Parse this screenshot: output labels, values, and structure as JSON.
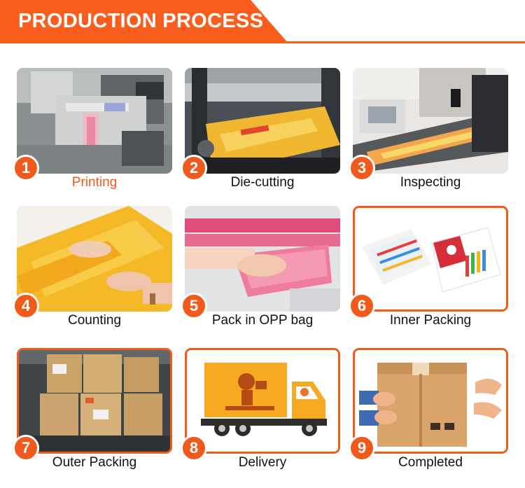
{
  "header": {
    "title": "PRODUCTION PROCESS"
  },
  "colors": {
    "accent": "#fa5d1c",
    "step_badge": "#f25a1c",
    "highlight_label": "#f25a1c"
  },
  "steps": [
    {
      "number": "1",
      "label": "Printing",
      "icon": "printing-machine-photo"
    },
    {
      "number": "2",
      "label": "Die-cutting",
      "icon": "die-cutting-machine-photo"
    },
    {
      "number": "3",
      "label": "Inspecting",
      "icon": "inspection-machine-photo"
    },
    {
      "number": "4",
      "label": "Counting",
      "icon": "counting-hands-photo"
    },
    {
      "number": "5",
      "label": "Pack in OPP bag",
      "icon": "opp-bag-photo"
    },
    {
      "number": "6",
      "label": "Inner Packing",
      "icon": "gift-box-photo"
    },
    {
      "number": "7",
      "label": "Outer Packing",
      "icon": "carton-boxes-photo"
    },
    {
      "number": "8",
      "label": "Delivery",
      "icon": "delivery-truck-icon"
    },
    {
      "number": "9",
      "label": "Completed",
      "icon": "box-handover-icon"
    }
  ]
}
